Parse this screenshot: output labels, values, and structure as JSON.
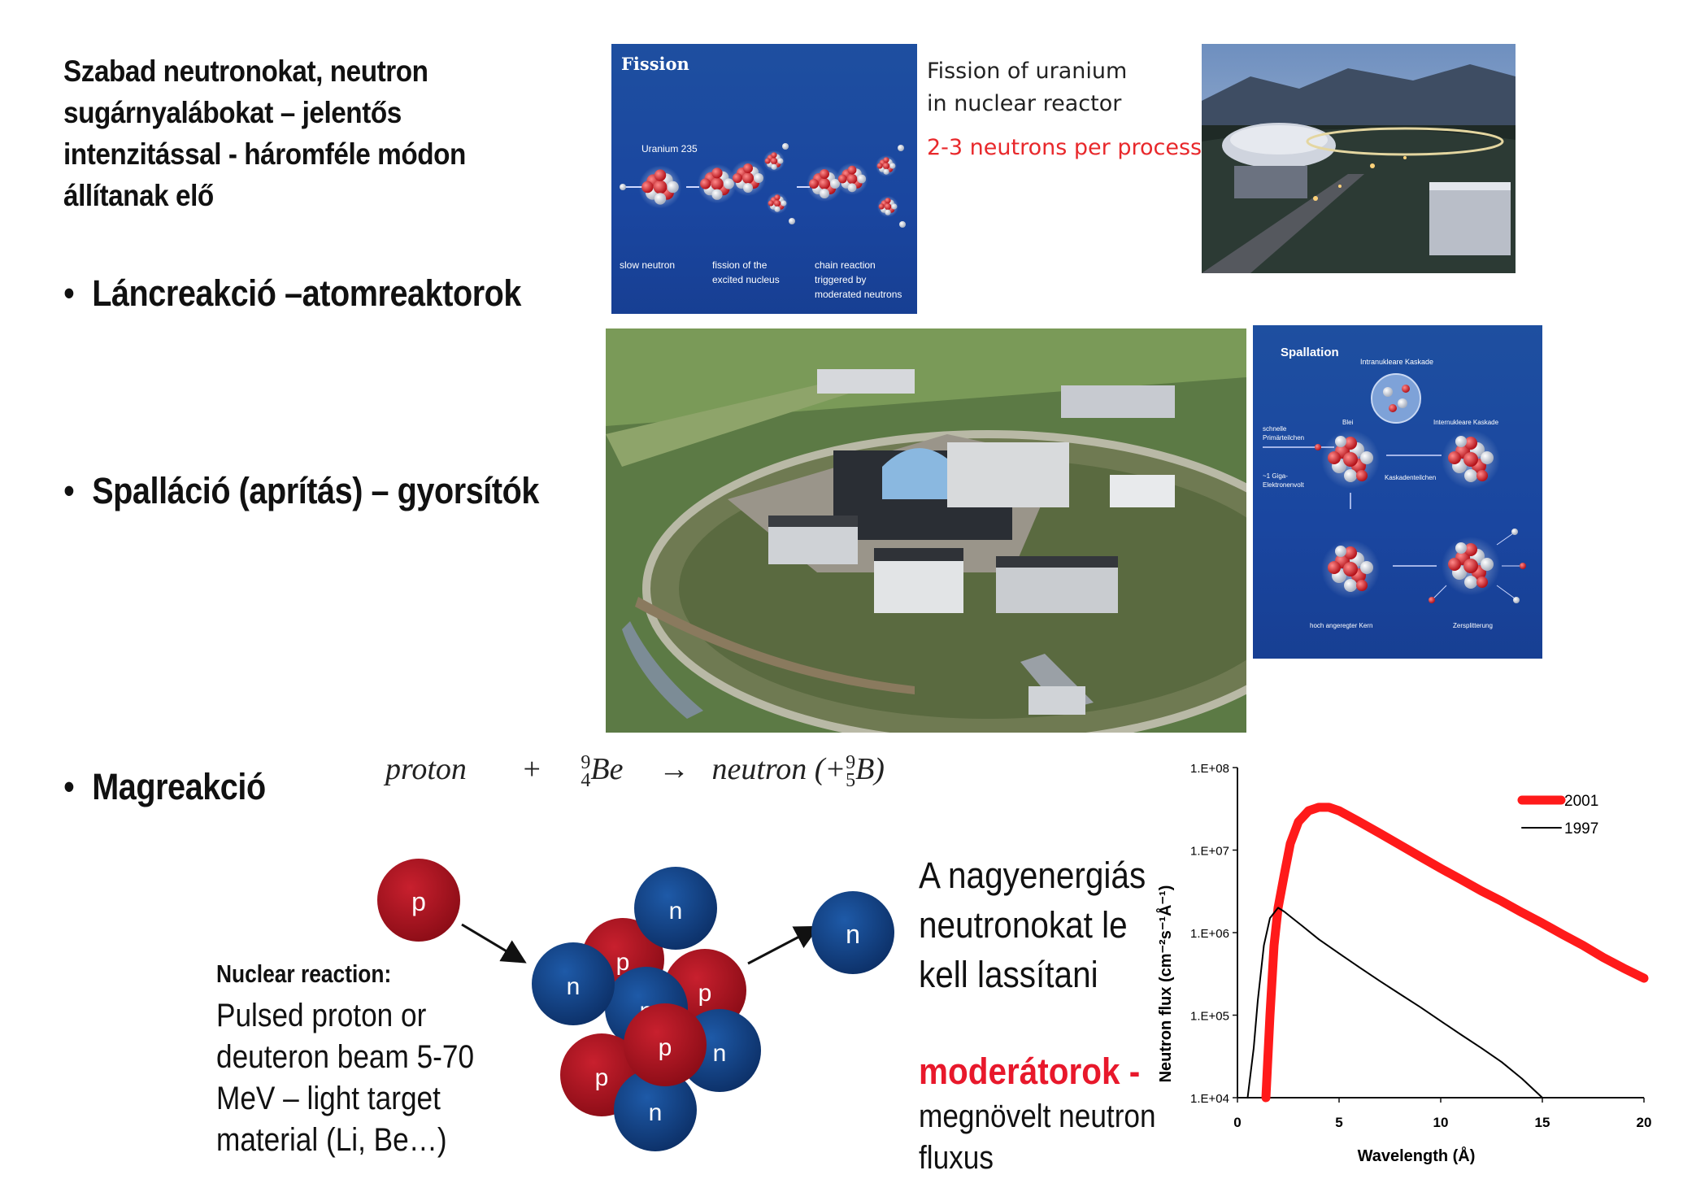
{
  "intro": {
    "lines": [
      "Szabad neutronokat, neutron",
      "sugárnyalábokat – jelentős",
      "intenzitással - háromféle módon",
      "állítanak elő"
    ]
  },
  "bullets": {
    "symbol": "•",
    "chain": "Láncreakció –atomreaktorok",
    "spallation": "Spalláció (aprítás) – gyorsítók",
    "nuclear": "Magreakció"
  },
  "fission": {
    "title": "Fission",
    "uranium_label": "Uranium 235",
    "slow_neutron": "slow neutron",
    "fission_line1": "fission of the",
    "fission_line2": "excited nucleus",
    "chain_line1": "chain reaction",
    "chain_line2": "triggered by",
    "chain_line3": "moderated neutrons",
    "caption_line1": "Fission of uranium",
    "caption_line2": "in nuclear reactor",
    "caption_line3": "2-3 neutrons per process",
    "accent_color": "#e8282b"
  },
  "spallation": {
    "title": "Spallation",
    "intranuclear": "Intranukleare Kaskade",
    "primary_line1": "schnelle",
    "primary_line2": "Primärteilchen",
    "energy_line1": "~1 Giga-",
    "energy_line2": "Elektronenvolt",
    "lead": "Blei",
    "internuclear": "Internukleare Kaskade",
    "cascade_particles": "Kaskadenteilchen",
    "excited_nucleus": "hoch angeregter Kern",
    "fragmentation": "Zersplitterung"
  },
  "equation": {
    "left": "proton",
    "plus": "+",
    "be_mass": "9",
    "be_atomic": "4",
    "be_symbol": "Be",
    "arrow": "→",
    "product": "neutron (+",
    "b_mass": "9",
    "b_atomic": "5",
    "b_symbol": "B)"
  },
  "nuclear_reaction": {
    "heading": "Nuclear reaction:",
    "lines": [
      "Pulsed proton or",
      "deuteron beam 5-70",
      "MeV – light target",
      "material (Li, Be…)"
    ],
    "p_label": "p",
    "n_label": "n"
  },
  "moderation": {
    "lines": [
      "A nagyenergiás",
      "neutronokat le",
      "kell lassítani"
    ],
    "moderators": "moderátorok  -",
    "result_lines": [
      "megnövelt neutron",
      "fluxus"
    ],
    "accent_color": "#e8182b"
  },
  "chart_data": {
    "type": "line",
    "xlabel": "Wavelength (Å)",
    "ylabel": "Neutron flux (cm⁻²s⁻¹Å⁻¹)",
    "xlim": [
      0,
      20
    ],
    "ylim": [
      10000,
      100000000
    ],
    "log_y": true,
    "x_ticks": [
      "0",
      "5",
      "10",
      "15",
      "20"
    ],
    "y_ticks": [
      "1.E+04",
      "1.E+05",
      "1.E+06",
      "1.E+07",
      "1.E+08"
    ],
    "legend_position": "top-right",
    "series": [
      {
        "name": "2001",
        "color": "#ff1a1a",
        "x": [
          1.4,
          1.6,
          1.8,
          2.0,
          2.3,
          2.6,
          3.0,
          3.5,
          4.0,
          4.5,
          5.0,
          6.0,
          7.0,
          8.0,
          9.0,
          10.0,
          11.0,
          12.0,
          13.0,
          14.0,
          15.0,
          16.0,
          17.0,
          18.0,
          19.0,
          20.0
        ],
        "y": [
          10000,
          100000,
          700000,
          2000000,
          5000000,
          12000000,
          22000000,
          30000000,
          33000000,
          33000000,
          30000000,
          22000000,
          16000000,
          11500000,
          8300000,
          6000000,
          4400000,
          3200000,
          2400000,
          1750000,
          1300000,
          950000,
          700000,
          500000,
          370000,
          280000
        ]
      },
      {
        "name": "1997",
        "color": "#000000",
        "x": [
          0.5,
          0.8,
          1.0,
          1.3,
          1.6,
          2.0,
          2.3,
          2.7,
          3.2,
          4.0,
          5.0,
          6.0,
          7.0,
          8.0,
          9.0,
          10.0,
          11.0,
          12.0,
          13.0,
          14.0,
          15.0
        ],
        "y": [
          10000,
          40000,
          150000,
          700000,
          1500000,
          2000000,
          1800000,
          1500000,
          1200000,
          830000,
          560000,
          380000,
          260000,
          180000,
          125000,
          85000,
          58000,
          40000,
          27000,
          17000,
          10000
        ]
      }
    ]
  }
}
